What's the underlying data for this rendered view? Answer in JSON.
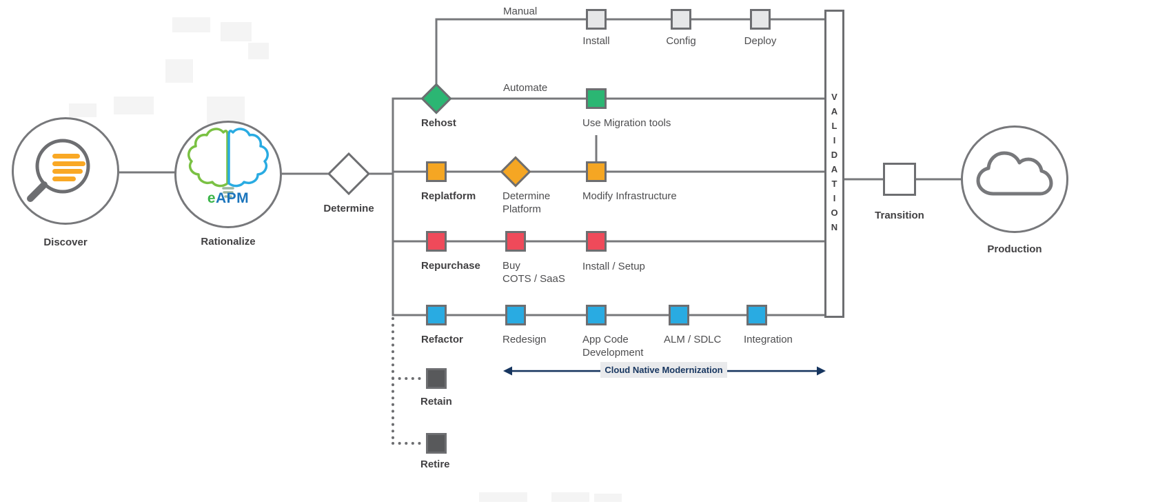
{
  "diagram": {
    "stages": {
      "discover": {
        "label": "Discover"
      },
      "rationalize": {
        "label": "Rationalize",
        "logo_e": "e",
        "logo_apm": "APM"
      },
      "determine": {
        "label": "Determine"
      },
      "validation": {
        "label": "VALIDATION"
      },
      "transition": {
        "label": "Transition"
      },
      "production": {
        "label": "Production"
      }
    },
    "branches": {
      "rehost": {
        "label": "Rehost",
        "manual_label": "Manual",
        "automate_label": "Automate",
        "manual_steps": {
          "install": "Install",
          "config": "Config",
          "deploy": "Deploy"
        },
        "automate_steps": {
          "use_migration_tools": "Use Migration tools"
        }
      },
      "replatform": {
        "label": "Replatform",
        "steps": {
          "determine_platform": "Determine\nPlatform",
          "modify_infrastructure": "Modify Infrastructure"
        }
      },
      "repurchase": {
        "label": "Repurchase",
        "steps": {
          "buy_cots_saas": "Buy\nCOTS / SaaS",
          "install_setup": "Install / Setup"
        }
      },
      "refactor": {
        "label": "Refactor",
        "steps": {
          "redesign": "Redesign",
          "app_code_development": "App Code\nDevelopment",
          "alm_sdlc": "ALM / SDLC",
          "integration": "Integration"
        },
        "annotation": "Cloud Native Modernization"
      },
      "retain": {
        "label": "Retain"
      },
      "retire": {
        "label": "Retire"
      }
    },
    "colors": {
      "rehost_green": "#2bb673",
      "replatform_orange": "#f5a623",
      "repurchase_red": "#ef4a5a",
      "refactor_blue": "#29abe2",
      "retain_retire_gray": "#58595b",
      "manual_step_gray": "#e6e7e8",
      "line_gray": "#77787b",
      "text_dark": "#414042",
      "annotation_navy": "#16355f"
    }
  }
}
